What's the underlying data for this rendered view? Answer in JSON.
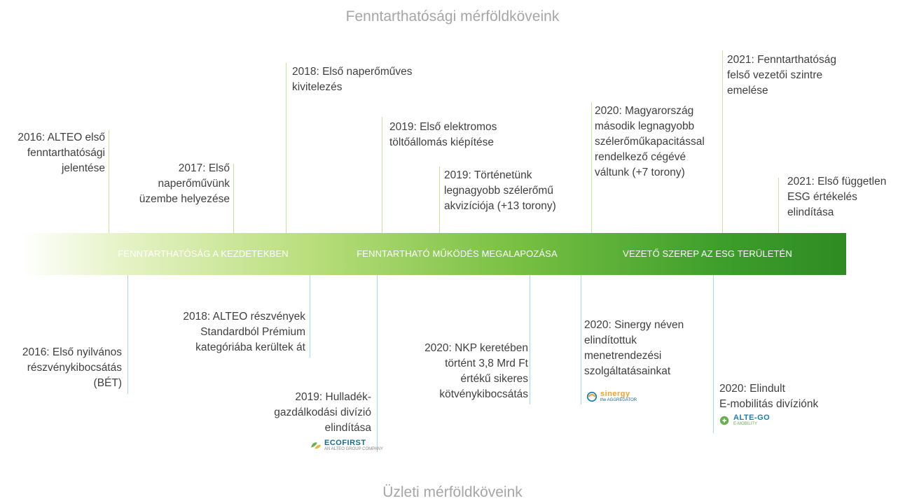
{
  "titles": {
    "top": "Fenntarthatósági mérföldköveink",
    "bottom": "Üzleti mérföldköveink"
  },
  "phases": [
    "FENNTARTHATÓSÁG A KEZDETEKBEN",
    "FENNTARTHATÓ MŰKÖDÉS MEGALAPOZÁSA",
    "VEZETŐ SZEREP AZ ESG TERÜLETÉN"
  ],
  "sustainability_events": [
    "2016: ALTEO első\nfenntarthatósági\njelentése",
    "2017: Első\nnaperőművünk\nüzembe helyezése",
    "2018: Első naperőműves\nkivitelezés",
    "2019: Első elektromos\ntöltőállomás kiépítése",
    "2019: Történetünk\nlegnagyobb szélerőmű\nakvizíciója (+13 torony)",
    "2020: Magyarország\nmásodik legnagyobb\nszélerőműkapacitással\nrendelkező cégévé\nváltunk (+7 torony)",
    "2021: Fenntarthatóság\nfelső vezetői szintre\nemelése",
    "2021: Első független\nESG értékelés\nelindítása"
  ],
  "business_events": [
    "2016: Első nyilvános\nrészvénykibocsátás\n(BÉT)",
    "2018: ALTEO részvények\nStandardból Prémium\nkategóriába kerültek át",
    "2019: Hulladék-\ngazdálkodási divízió\nelindítása",
    "2020: NKP keretében\ntörtént 3,8 Mrd Ft\nértékű sikeres\nkötvénykibocsátás",
    "2020: Sinergy néven\nelindítottuk\nmenetrendezési\nszolgáltatásainkat",
    "2020: Elindult\nE-mobilitás divíziónk"
  ],
  "logos": {
    "ecofirst": {
      "name": "ECOFIRST",
      "tagline": "AN ALTEO GROUP COMPANY",
      "color": "#1a6b8a"
    },
    "sinergy": {
      "name": "sinergy",
      "tagline": "the AGGREGATOR",
      "color": "#f0a030"
    },
    "altego": {
      "name": "ALTE-GO",
      "tagline": "E-MOBILITY",
      "color": "#1a7fb0"
    }
  },
  "colors": {
    "up_line": "#c9e39a",
    "down_line": "#a8d4ec",
    "band_dark": "#2e8b23"
  }
}
